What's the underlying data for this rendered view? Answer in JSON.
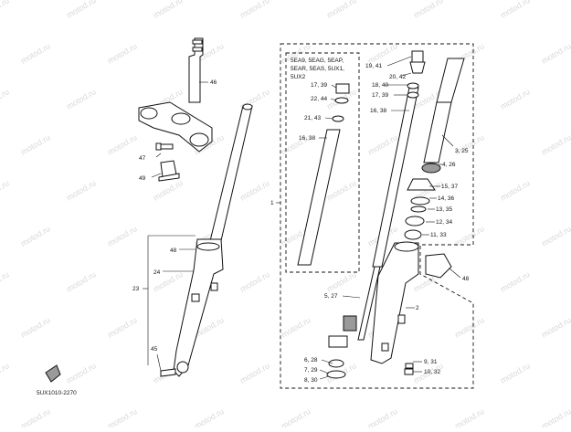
{
  "watermark": {
    "text": "motod.ru",
    "color": "#d9d9d9"
  },
  "diagram_code": "5UX1010-2270",
  "inset_box": {
    "models": [
      "5EA9, 5EAG, 5EAP,",
      "5EAR, 5EAS, 5UX1,",
      "5UX2"
    ]
  },
  "callouts": {
    "c46a": "46",
    "c47": "47",
    "c49": "49",
    "c48a": "48",
    "c24": "24",
    "c23": "23",
    "c45": "45",
    "c1": "1",
    "c19_41": "19, 41",
    "c20_42": "20, 42",
    "c18_40": "18, 40",
    "c17_39a": "17, 39",
    "c17_39b": "17, 39",
    "c22_44": "22, 44",
    "c21_43": "21, 43",
    "c16_38a": "16, 38",
    "c16_38b": "16, 38",
    "c3_25": "3, 25",
    "c4_26": "4, 26",
    "c15_37": "15, 37",
    "c14_36": "14, 36",
    "c13_35": "13, 35",
    "c12_34": "12, 34",
    "c11_33": "11, 33",
    "c48b": "48",
    "c5_27": "5, 27",
    "c2": "2",
    "c6_28": "6, 28",
    "c7_29": "7, 29",
    "c8_30": "8, 30",
    "c9_31": "9, 31",
    "c10_32": "10, 32"
  },
  "colors": {
    "ink": "#111111",
    "shade": "#9a9a9a",
    "background": "#ffffff"
  }
}
